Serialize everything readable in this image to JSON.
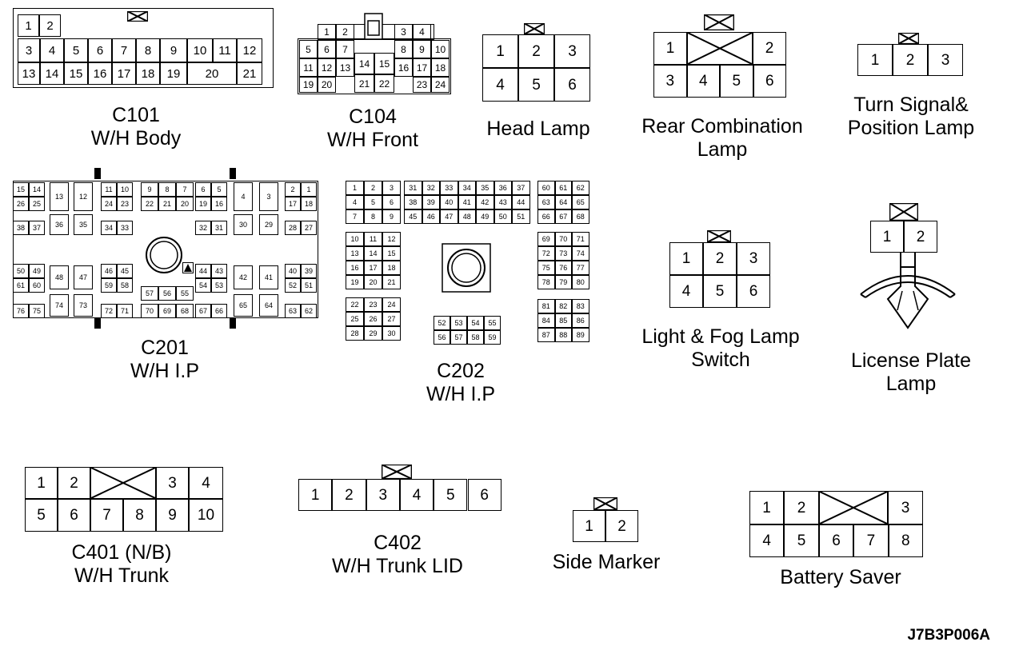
{
  "connectors": [
    {
      "id": "c101",
      "name": "C101",
      "desc": "W/H Body",
      "pins": [
        "1",
        "2",
        "3",
        "4",
        "5",
        "6",
        "7",
        "8",
        "9",
        "10",
        "11",
        "12",
        "13",
        "14",
        "15",
        "16",
        "17",
        "18",
        "19",
        "20",
        "21"
      ]
    },
    {
      "id": "c104",
      "name": "C104",
      "desc": "W/H Front",
      "pins": [
        "1",
        "2",
        "3",
        "4",
        "5",
        "6",
        "7",
        "8",
        "9",
        "10",
        "11",
        "12",
        "13",
        "14",
        "15",
        "16",
        "17",
        "18",
        "19",
        "20",
        "21",
        "22",
        "23",
        "24"
      ]
    },
    {
      "id": "head_lamp",
      "name": "Head Lamp",
      "desc": "",
      "pins": [
        "1",
        "2",
        "3",
        "4",
        "5",
        "6"
      ]
    },
    {
      "id": "rear_combination_lamp",
      "name": "Rear Combination",
      "desc": "Lamp",
      "pins": [
        "1",
        "2",
        "3",
        "4",
        "5",
        "6"
      ]
    },
    {
      "id": "turn_signal",
      "name": "Turn Signal&",
      "desc": "Position Lamp",
      "pins": [
        "1",
        "2",
        "3"
      ]
    },
    {
      "id": "c201",
      "name": "C201",
      "desc": "W/H I.P",
      "pins": [
        "1",
        "2",
        "3",
        "4",
        "5",
        "6",
        "7",
        "8",
        "9",
        "10",
        "11",
        "12",
        "13",
        "14",
        "15",
        "16",
        "17",
        "18",
        "19",
        "20",
        "21",
        "22",
        "23",
        "24",
        "25",
        "26",
        "27",
        "28",
        "29",
        "30",
        "31",
        "32",
        "33",
        "34",
        "35",
        "36",
        "37",
        "38",
        "39",
        "40",
        "41",
        "42",
        "43",
        "44",
        "45",
        "46",
        "47",
        "48",
        "49",
        "50",
        "51",
        "52",
        "53",
        "54",
        "55",
        "56",
        "57",
        "58",
        "59",
        "60",
        "61",
        "62",
        "63",
        "64",
        "65",
        "66",
        "67",
        "68",
        "69",
        "70",
        "71",
        "72",
        "73",
        "74",
        "75",
        "76"
      ]
    },
    {
      "id": "c202",
      "name": "C202",
      "desc": "W/H I.P",
      "pins": [
        "1",
        "2",
        "3",
        "4",
        "5",
        "6",
        "7",
        "8",
        "9",
        "10",
        "11",
        "12",
        "13",
        "14",
        "15",
        "16",
        "17",
        "18",
        "19",
        "20",
        "21",
        "22",
        "23",
        "24",
        "25",
        "26",
        "27",
        "28",
        "29",
        "30",
        "31",
        "32",
        "33",
        "34",
        "35",
        "36",
        "37",
        "38",
        "39",
        "40",
        "41",
        "42",
        "43",
        "44",
        "45",
        "46",
        "47",
        "48",
        "49",
        "50",
        "51",
        "52",
        "53",
        "54",
        "55",
        "56",
        "57",
        "58",
        "59",
        "60",
        "61",
        "62",
        "63",
        "64",
        "65",
        "66",
        "67",
        "68",
        "69",
        "70",
        "71",
        "72",
        "73",
        "74",
        "75",
        "76",
        "77",
        "78",
        "79",
        "80",
        "81",
        "82",
        "83",
        "84",
        "85",
        "86",
        "87",
        "88",
        "89"
      ]
    },
    {
      "id": "light_fog_switch",
      "name": "Light & Fog Lamp",
      "desc": "Switch",
      "pins": [
        "1",
        "2",
        "3",
        "4",
        "5",
        "6"
      ]
    },
    {
      "id": "license_plate",
      "name": "License Plate",
      "desc": "Lamp",
      "pins": [
        "1",
        "2"
      ]
    },
    {
      "id": "c401",
      "name": "C401 (N/B)",
      "desc": "W/H Trunk",
      "pins": [
        "1",
        "2",
        "3",
        "4",
        "5",
        "6",
        "7",
        "8",
        "9",
        "10"
      ]
    },
    {
      "id": "c402",
      "name": "C402",
      "desc": "W/H Trunk LID",
      "pins": [
        "1",
        "2",
        "3",
        "4",
        "5",
        "6"
      ]
    },
    {
      "id": "side_marker",
      "name": "Side Marker",
      "desc": "",
      "pins": [
        "1",
        "2"
      ]
    },
    {
      "id": "battery_saver",
      "name": "Battery Saver",
      "desc": "",
      "pins": [
        "1",
        "2",
        "3",
        "4",
        "5",
        "6",
        "7",
        "8"
      ]
    }
  ],
  "figure_ref": "J7B3P006A",
  "line_color": "#000000",
  "background": "#ffffff"
}
